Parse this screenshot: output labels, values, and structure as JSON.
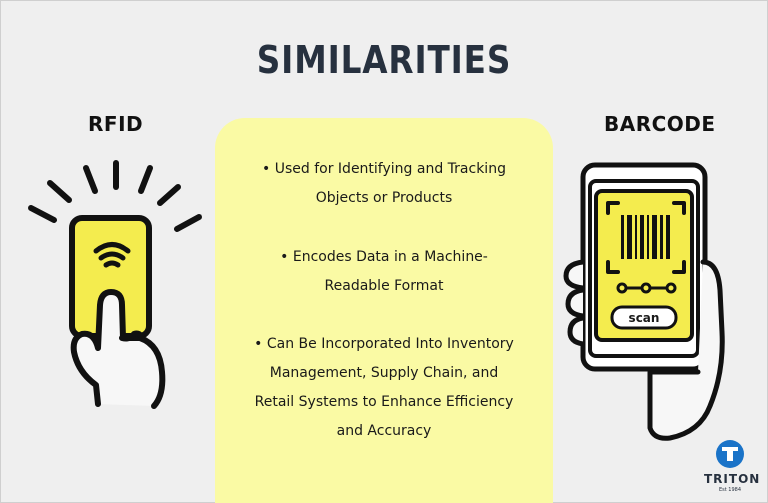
{
  "title": "SIMILARITIES",
  "left_label": "RFID",
  "right_label": "BARCODE",
  "bullets": [
    {
      "line1": "• Used for Identifying and Tracking",
      "line2": "Objects or Products"
    },
    {
      "line1": "• Encodes Data in a Machine-",
      "line2": "Readable Format"
    },
    {
      "line1": "• Can Be Incorporated Into Inventory",
      "line2": "Management, Supply Chain, and",
      "line3": "Retail Systems to Enhance Efficiency",
      "line4": "and Accuracy"
    }
  ],
  "scan_label": "scan",
  "logo": {
    "name": "TRITON",
    "sub": "Est 1984"
  },
  "colors": {
    "panel": "#fafaa4",
    "accent_yellow": "#f4ec4e",
    "title": "#27313f",
    "logo_blue": "#1a73c8"
  },
  "icons": {
    "rfid": "rfid-card-in-hand-icon",
    "barcode": "phone-barcode-scanner-icon",
    "logo": "triton-logo-icon"
  }
}
